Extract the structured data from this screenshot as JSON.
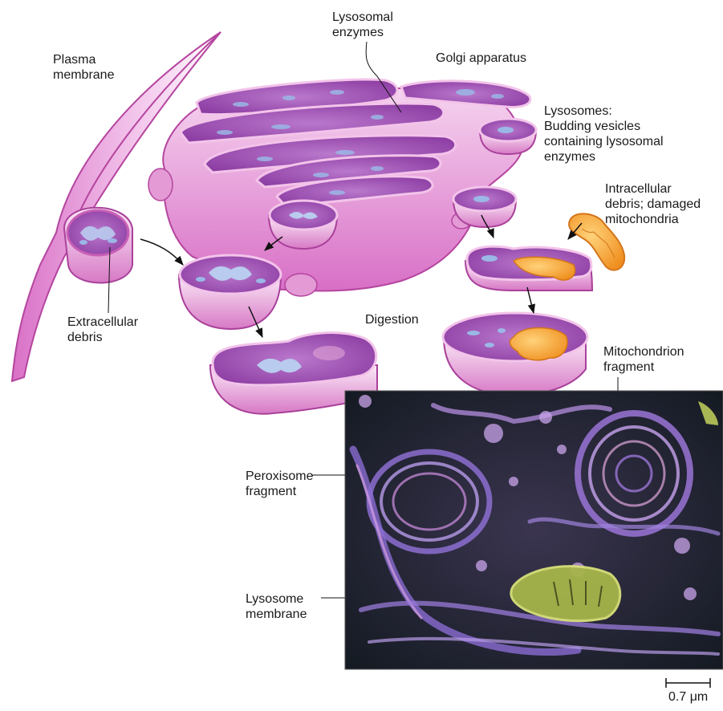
{
  "labels": {
    "plasma_membrane": "Plasma\nmembrane",
    "lysosomal_enzymes": "Lysosomal\nenzymes",
    "golgi_apparatus": "Golgi apparatus",
    "lysosomes": "Lysosomes:\nBudding vesicles\ncontaining lysosomal\nenzymes",
    "intracellular_debris": "Intracellular\ndebris; damaged\nmitochondria",
    "extracellular_debris": "Extracellular\ndebris",
    "digestion": "Digestion",
    "mitochondrion_fragment": "Mitochondrion\nfragment",
    "peroxisome_fragment": "Peroxisome\nfragment",
    "lysosome_membrane": "Lysosome\nmembrane",
    "scale_bar": "0.7 μm"
  },
  "colors": {
    "membrane": "#c94fb4",
    "membrane_light": "#f1c8ea",
    "lumen": "#a45ab5",
    "enzyme": "#9bb7e6",
    "mitochondria": "#f4a93a",
    "micrograph_bg": "#1f2630"
  }
}
